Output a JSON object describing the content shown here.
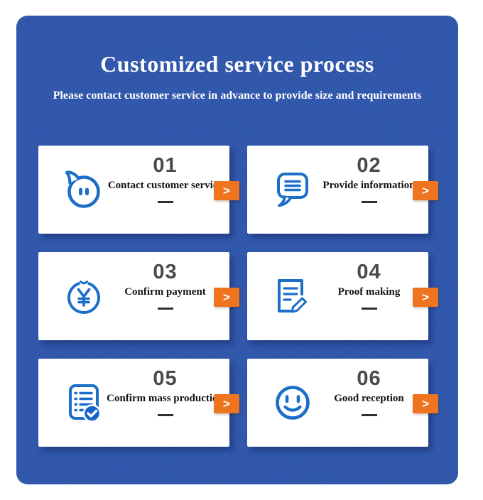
{
  "header": {
    "title": "Customized service process",
    "subtitle": "Please contact customer service in advance to provide size and requirements"
  },
  "ui": {
    "arrow_label": ">"
  },
  "steps": [
    {
      "number": "01",
      "label": "Contact customer service",
      "icon": "chat-smiley-icon"
    },
    {
      "number": "02",
      "label": "Provide information",
      "icon": "message-bubble-icon"
    },
    {
      "number": "03",
      "label": "Confirm payment",
      "icon": "yuan-coin-icon"
    },
    {
      "number": "04",
      "label": "Proof making",
      "icon": "document-edit-icon"
    },
    {
      "number": "05",
      "label": "Confirm mass production",
      "icon": "checklist-check-icon"
    },
    {
      "number": "06",
      "label": "Good reception",
      "icon": "smiley-face-icon"
    }
  ],
  "colors": {
    "panel_blue": "#2c54ab",
    "card_white": "#ffffff",
    "accent_orange": "#ee7420",
    "icon_blue": "#1b6fc8",
    "badge_blue": "#1565c8",
    "number_gray": "#4a4a4a",
    "text_black": "#141414",
    "title_white": "#ffffff"
  }
}
